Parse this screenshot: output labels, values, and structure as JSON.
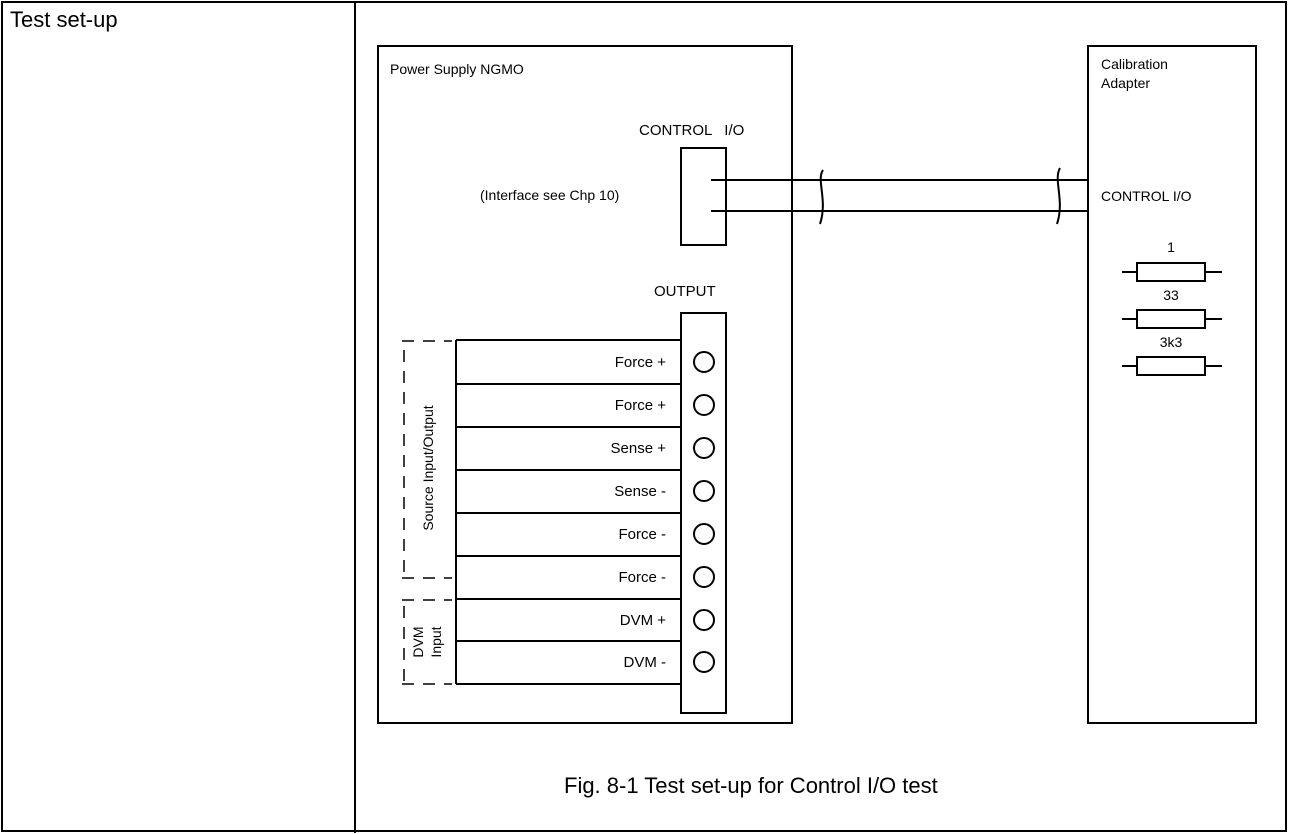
{
  "section": {
    "label": "Test set-up"
  },
  "figure": {
    "caption": "Fig. 8-1  Test set-up for Control I/O test",
    "power_supply": {
      "title": "Power Supply NGMO",
      "control_label": "CONTROL   I/O",
      "interface_note": "(Interface see Chp 10)",
      "output_label": "OUTPUT",
      "group_source": "Source Input/Output",
      "group_dvm_line1": "DVM",
      "group_dvm_line2": "Input",
      "terminals": [
        {
          "label": "Force  +"
        },
        {
          "label": "Force  +"
        },
        {
          "label": "Sense +"
        },
        {
          "label": "Sense  -"
        },
        {
          "label": "Force  -"
        },
        {
          "label": "Force  -"
        },
        {
          "label": "DVM   +"
        },
        {
          "label": "DVM   -"
        }
      ]
    },
    "adapter": {
      "title_line1": "Calibration",
      "title_line2": "Adapter",
      "control_label": "CONTROL I/O",
      "resistors": [
        {
          "value": "1"
        },
        {
          "value": "33"
        },
        {
          "value": "3k3"
        }
      ]
    }
  }
}
